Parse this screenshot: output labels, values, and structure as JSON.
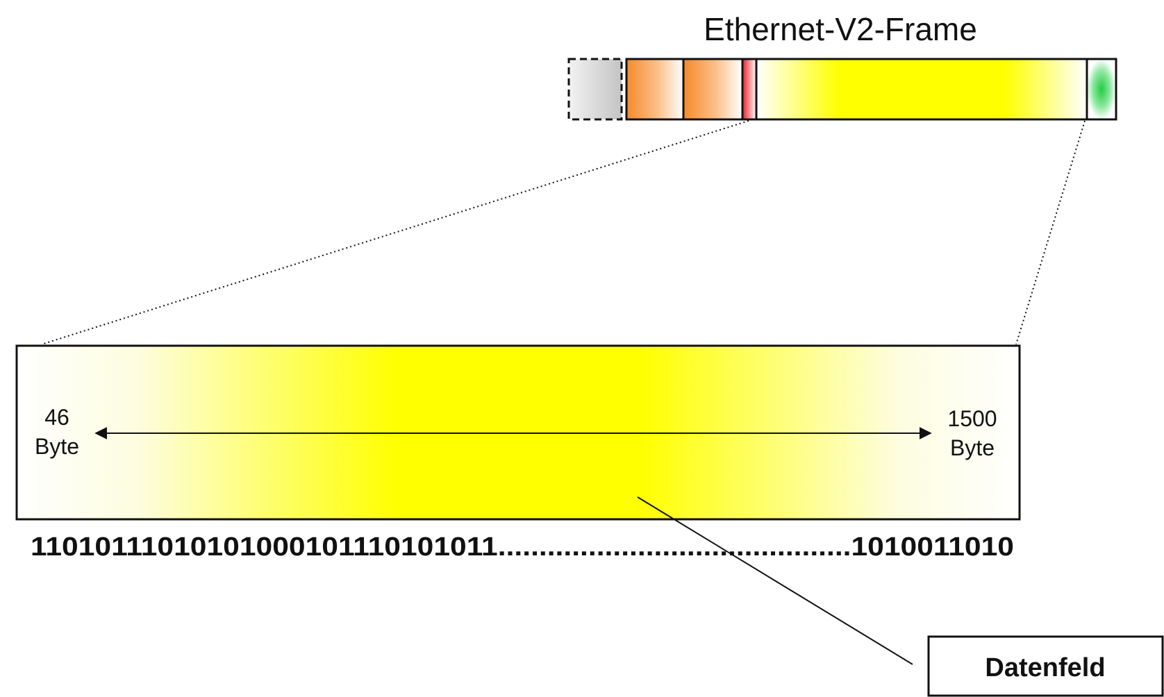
{
  "diagram": {
    "title": "Ethernet-V2-Frame",
    "range": {
      "min_value": "46",
      "min_unit": "Byte",
      "max_value": "1500",
      "max_unit": "Byte"
    },
    "bit_sequence": "11010111010101000101110101011...........................................1010011010",
    "callout_label": "Datenfeld"
  },
  "colors": {
    "data_yellow": "#ffff00",
    "header_orange": "#f58a2a",
    "type_red": "#e8202a",
    "fcs_green": "#22cc44",
    "preamble_gray": "#c8c8c8",
    "outline": "#111111"
  }
}
